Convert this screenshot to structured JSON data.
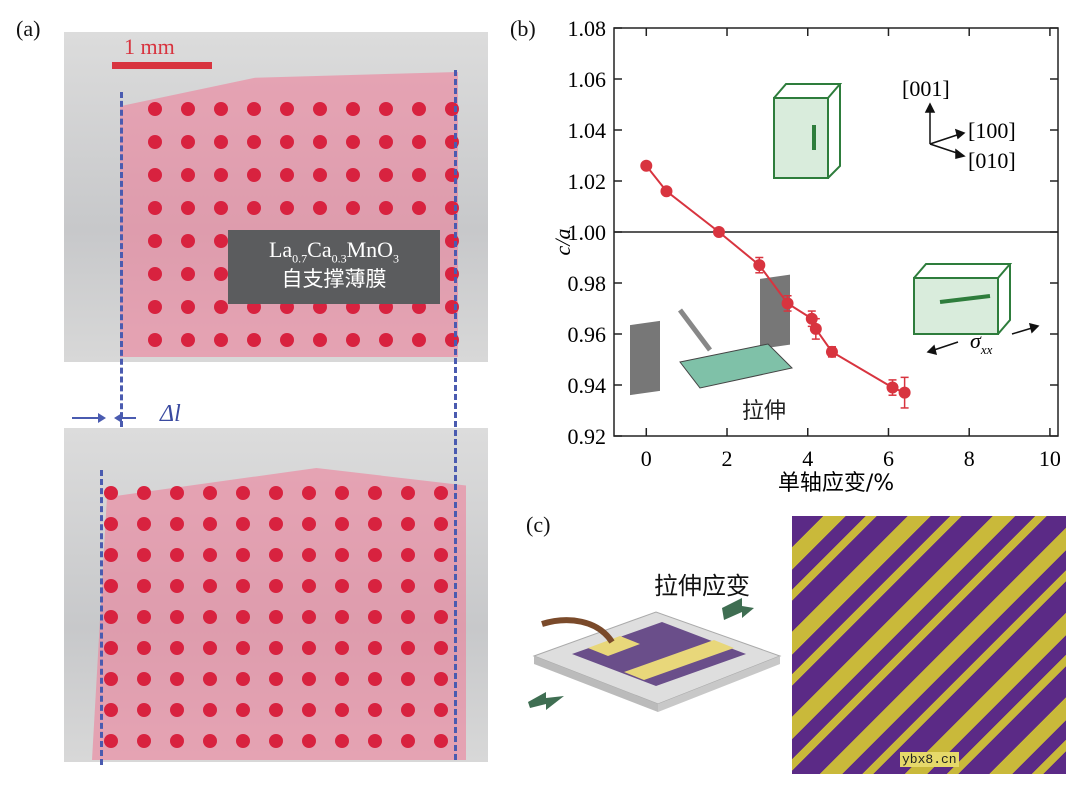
{
  "panel_a": {
    "label": "(a)",
    "scale_text": "1 mm",
    "film_name": "La0.7Ca0.3MnO3",
    "film_name_parts": {
      "p1": "La",
      "s1": "0.7",
      "p2": "Ca",
      "s2": "0.3",
      "p3": "MnO",
      "s3": "3"
    },
    "film_desc": "自支撑薄膜",
    "delta_label": "Δl",
    "colors": {
      "film": "#f07896",
      "dots": "#d8223f",
      "dash": "#4a5bb0"
    }
  },
  "panel_b": {
    "label": "(b)",
    "ylabel": "c/a",
    "xlabel": "单轴应变/%",
    "axes_labels": [
      "[001]",
      "[100]",
      "[010]"
    ],
    "sigma_label": "σxx",
    "stretch_label": "拉伸"
  },
  "panel_c": {
    "label": "(c)",
    "strain_label": "拉伸应变",
    "watermark": "ybx8.cn",
    "colors": {
      "stripe_a": "#5b2a86",
      "stripe_b": "#c9b93a"
    }
  },
  "chart_data": {
    "type": "scatter",
    "title": "",
    "xlabel": "单轴应变/%",
    "ylabel": "c/a",
    "xlim": [
      -0.8,
      10.2
    ],
    "ylim": [
      0.92,
      1.08
    ],
    "xticks": [
      0,
      2,
      4,
      6,
      8,
      10
    ],
    "yticks": [
      0.92,
      0.94,
      0.96,
      0.98,
      1.0,
      1.02,
      1.04,
      1.06,
      1.08
    ],
    "ytick_labels": [
      "0.92",
      "0.94",
      "0.96",
      "0.98",
      "1.00",
      "1.02",
      "1.04",
      "1.06",
      "1.08"
    ],
    "reference_line_y": 1.0,
    "series": [
      {
        "color": "#d8343f",
        "points": [
          {
            "x": 0.0,
            "y": 1.026,
            "err": 0.0
          },
          {
            "x": 0.5,
            "y": 1.016,
            "err": 0.0
          },
          {
            "x": 1.8,
            "y": 1.0,
            "err": 0.0
          },
          {
            "x": 2.8,
            "y": 0.987,
            "err": 0.003
          },
          {
            "x": 3.5,
            "y": 0.972,
            "err": 0.003
          },
          {
            "x": 4.1,
            "y": 0.966,
            "err": 0.003
          },
          {
            "x": 4.2,
            "y": 0.962,
            "err": 0.004
          },
          {
            "x": 4.6,
            "y": 0.953,
            "err": 0.002
          },
          {
            "x": 6.1,
            "y": 0.939,
            "err": 0.003
          },
          {
            "x": 6.4,
            "y": 0.937,
            "err": 0.006
          }
        ]
      }
    ]
  }
}
